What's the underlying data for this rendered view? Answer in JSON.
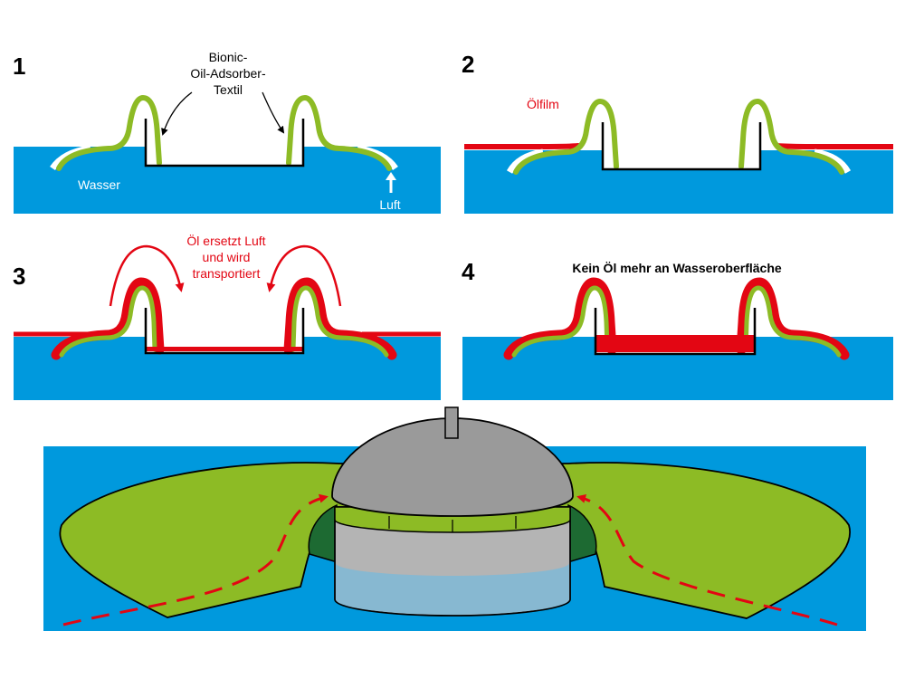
{
  "panels": [
    {
      "number": "1"
    },
    {
      "number": "2"
    },
    {
      "number": "3"
    },
    {
      "number": "4"
    }
  ],
  "labels": {
    "textile_line1": "Bionic-",
    "textile_line2": "Oil-Adsorber-",
    "textile_line3": "Textil",
    "wasser": "Wasser",
    "luft": "Luft",
    "oelfilm": "Ölfilm",
    "oel_line1": "Öl ersetzt Luft",
    "oel_line2": "und wird",
    "oel_line3": "transportiert",
    "kein_oel": "Kein Öl mehr an Wasseroberfläche"
  },
  "colors": {
    "water": "#0099dd",
    "textile": "#8dbb25",
    "oil": "#e30613",
    "dark_green": "#1d6a32",
    "dome": "#9a9a9a",
    "cylinder": "#b4b4b4",
    "black": "#000000",
    "white": "#ffffff"
  }
}
